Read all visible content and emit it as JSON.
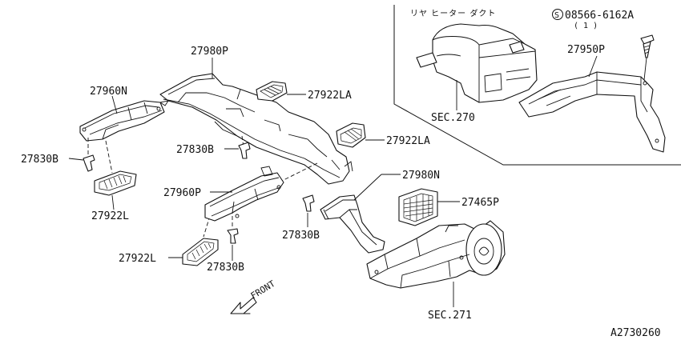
{
  "inset": {
    "title": "リヤ ヒーター ダクト",
    "screw_callout": "08566-6162A",
    "screw_symbol": "S",
    "screw_qty": "( 1 )"
  },
  "callouts": {
    "p27980P": "27980P",
    "p27922LA_top": "27922LA",
    "p27922LA_mid": "27922LA",
    "p27960N": "27960N",
    "p27830B_left": "27830B",
    "p27830B_center": "27830B",
    "p27830B_right": "27830B",
    "p27830B_bottom": "27830B",
    "p27922L_left": "27922L",
    "p27922L_bottom": "27922L",
    "p27960P": "27960P",
    "p27980N": "27980N",
    "p27465P": "27465P",
    "p27950P": "27950P",
    "sec270": "SEC.270",
    "sec271": "SEC.271"
  },
  "front_label": "FRONT",
  "figure_id": "A2730260"
}
